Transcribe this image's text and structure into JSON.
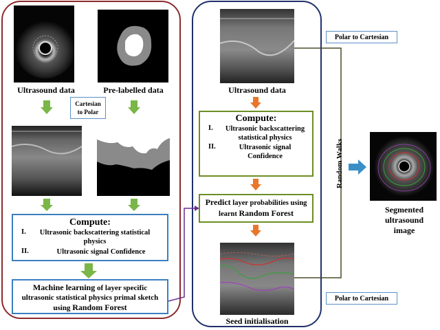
{
  "left": {
    "images": {
      "ultrasound_caption": "Ultrasound data",
      "prelabel_caption": "Pre-labelled data"
    },
    "cartesian_to_polar": "Cartesian\nto Polar",
    "compute": {
      "title": "Compute:",
      "items": [
        {
          "num": "I.",
          "text": "Ultrasonic backscattering statistical physics"
        },
        {
          "num": "II.",
          "text": "Ultrasonic signal Confidence"
        }
      ]
    },
    "ml": {
      "bold1": "Machine learning",
      "rest1": " of layer specific ultrasonic statistical physics primal sketch using ",
      "bold2": "Random Forest"
    }
  },
  "middle": {
    "ultrasound_caption": "Ultrasound data",
    "compute": {
      "title": "Compute:",
      "items": [
        {
          "num": "I.",
          "text": "Ultrasonic backscattering statistical physics"
        },
        {
          "num": "II.",
          "text": "Ultrasonic signal Confidence"
        }
      ]
    },
    "predict": {
      "bold1": "Predict",
      "rest1": " layer probabilities using learnt ",
      "bold2": "Random Forest"
    },
    "seed_caption": "Seed initialisation"
  },
  "right": {
    "polar_to_cartesian_top": "Polar to Cartesian",
    "polar_to_cartesian_bottom": "Polar to Cartesian",
    "random_walks": "Random Walks",
    "segmented_caption": "Segmented ultrasound image"
  },
  "colors": {
    "left_panel_border": "#8b2a2a",
    "mid_panel_border": "#1f2f6b",
    "green_arrow": "#7ab648",
    "orange_arrow": "#e8762b",
    "blue_arrow": "#3a8fc7",
    "purple_connector": "#6a2c91",
    "olive_connector": "#4a4a2a"
  }
}
